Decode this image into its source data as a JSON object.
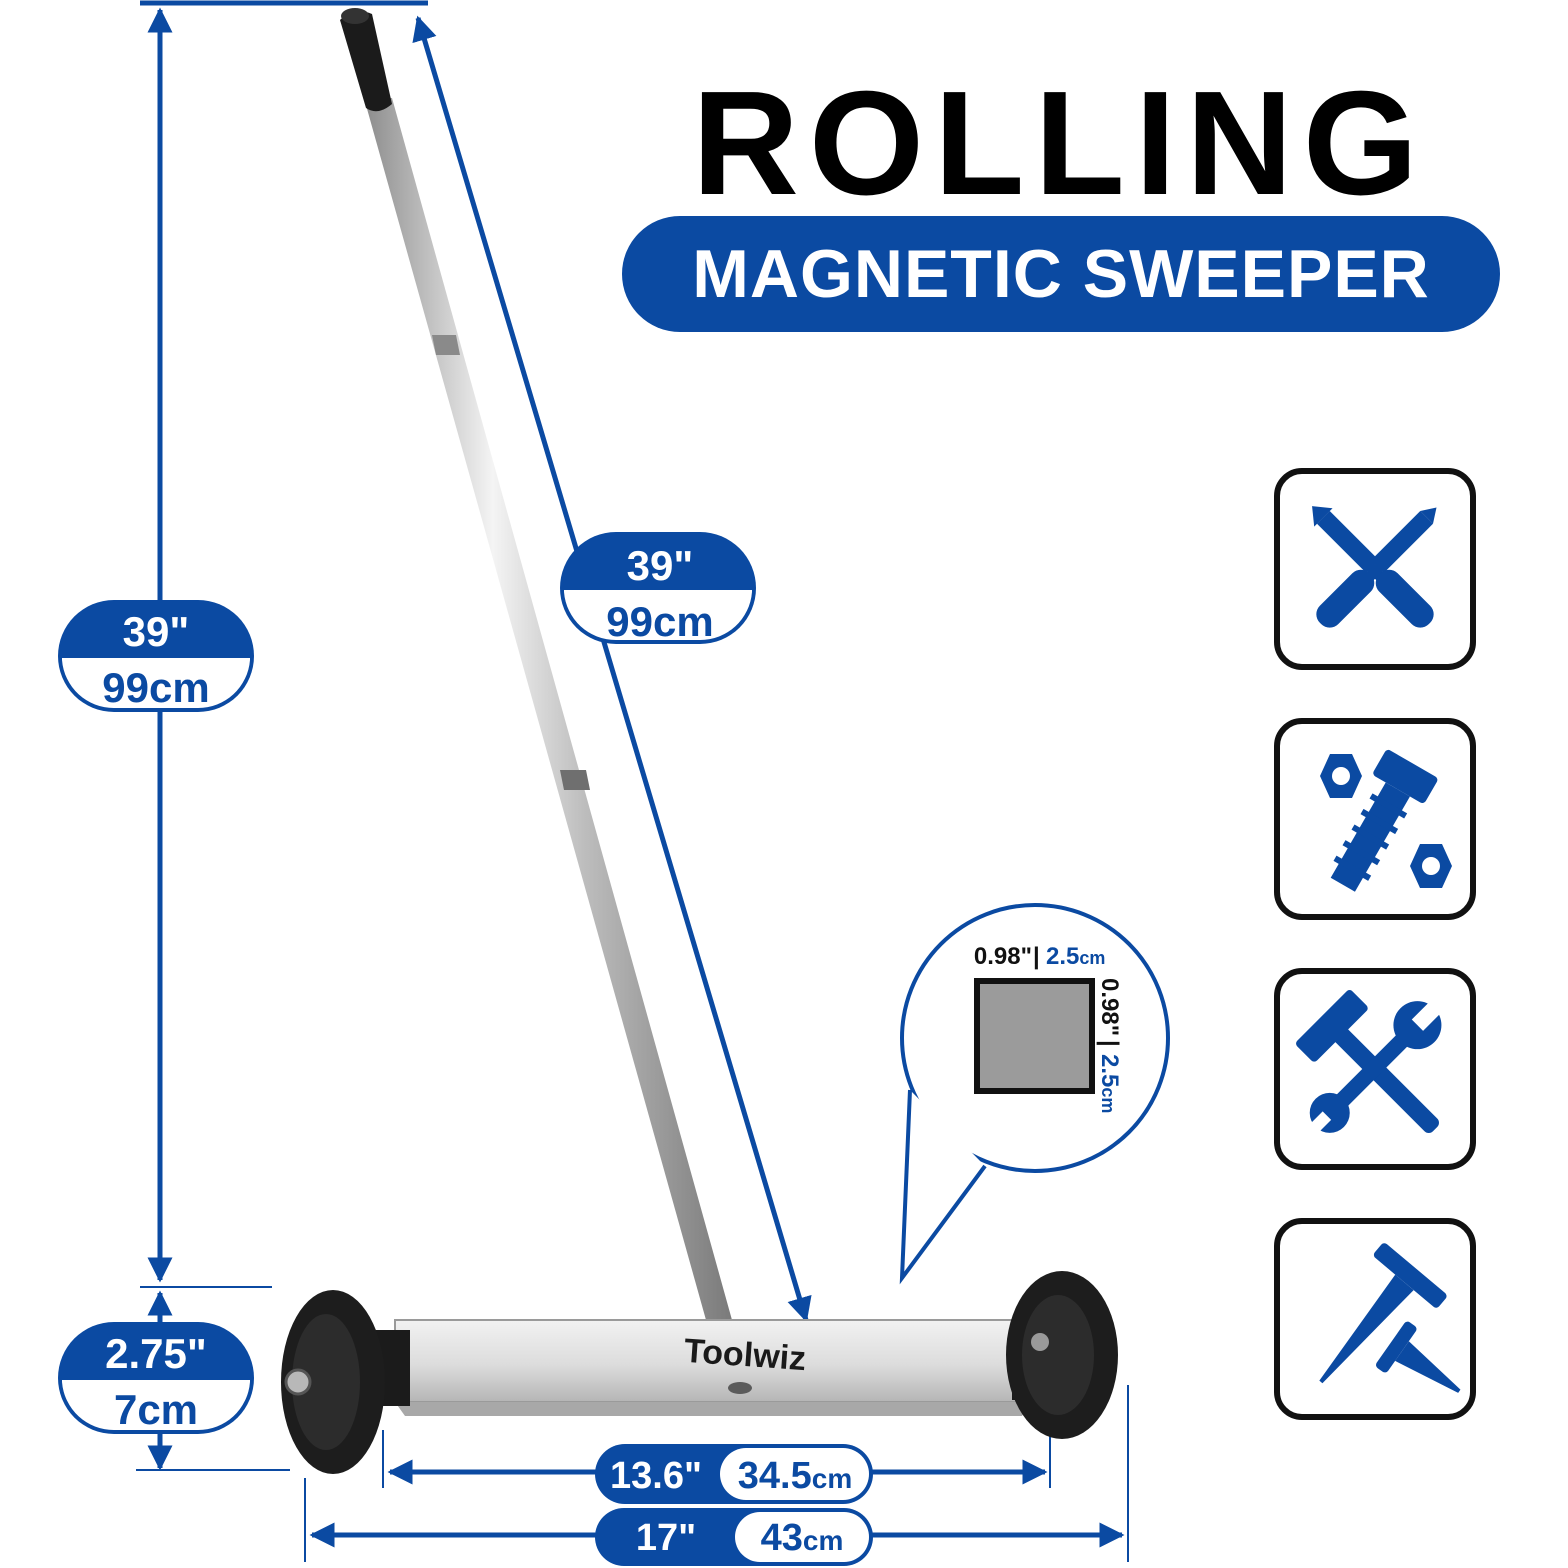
{
  "title": "ROLLING",
  "subtitle": "MAGNETIC SWEEPER",
  "brand": "Toolwiz",
  "colors": {
    "accent": "#0b4aa2",
    "frame": "#111111",
    "bar": "#d9d9d9",
    "magnet": "#9b9b9b"
  },
  "dimensions": {
    "total_height": {
      "in": "39\"",
      "cm": "99cm"
    },
    "handle_length": {
      "in": "39\"",
      "cm": "99cm"
    },
    "wheel_height": {
      "in": "2.75\"",
      "cm": "7cm"
    },
    "sweep_width": {
      "in": "13.6\"",
      "cm_value": "34.5",
      "cm_unit": "cm"
    },
    "total_width": {
      "in": "17\"",
      "cm_value": "43",
      "cm_unit": "cm"
    }
  },
  "magnet_detail": {
    "width_in": "0.98\"",
    "separator": "|",
    "width_cm_value": "2.5",
    "width_cm_unit": "cm",
    "height_in": "0.98\"",
    "height_cm_value": "2.5",
    "height_cm_unit": "cm"
  },
  "icons": [
    "screwdrivers-icon",
    "nuts-bolt-icon",
    "hammer-wrench-icon",
    "nails-icon"
  ]
}
